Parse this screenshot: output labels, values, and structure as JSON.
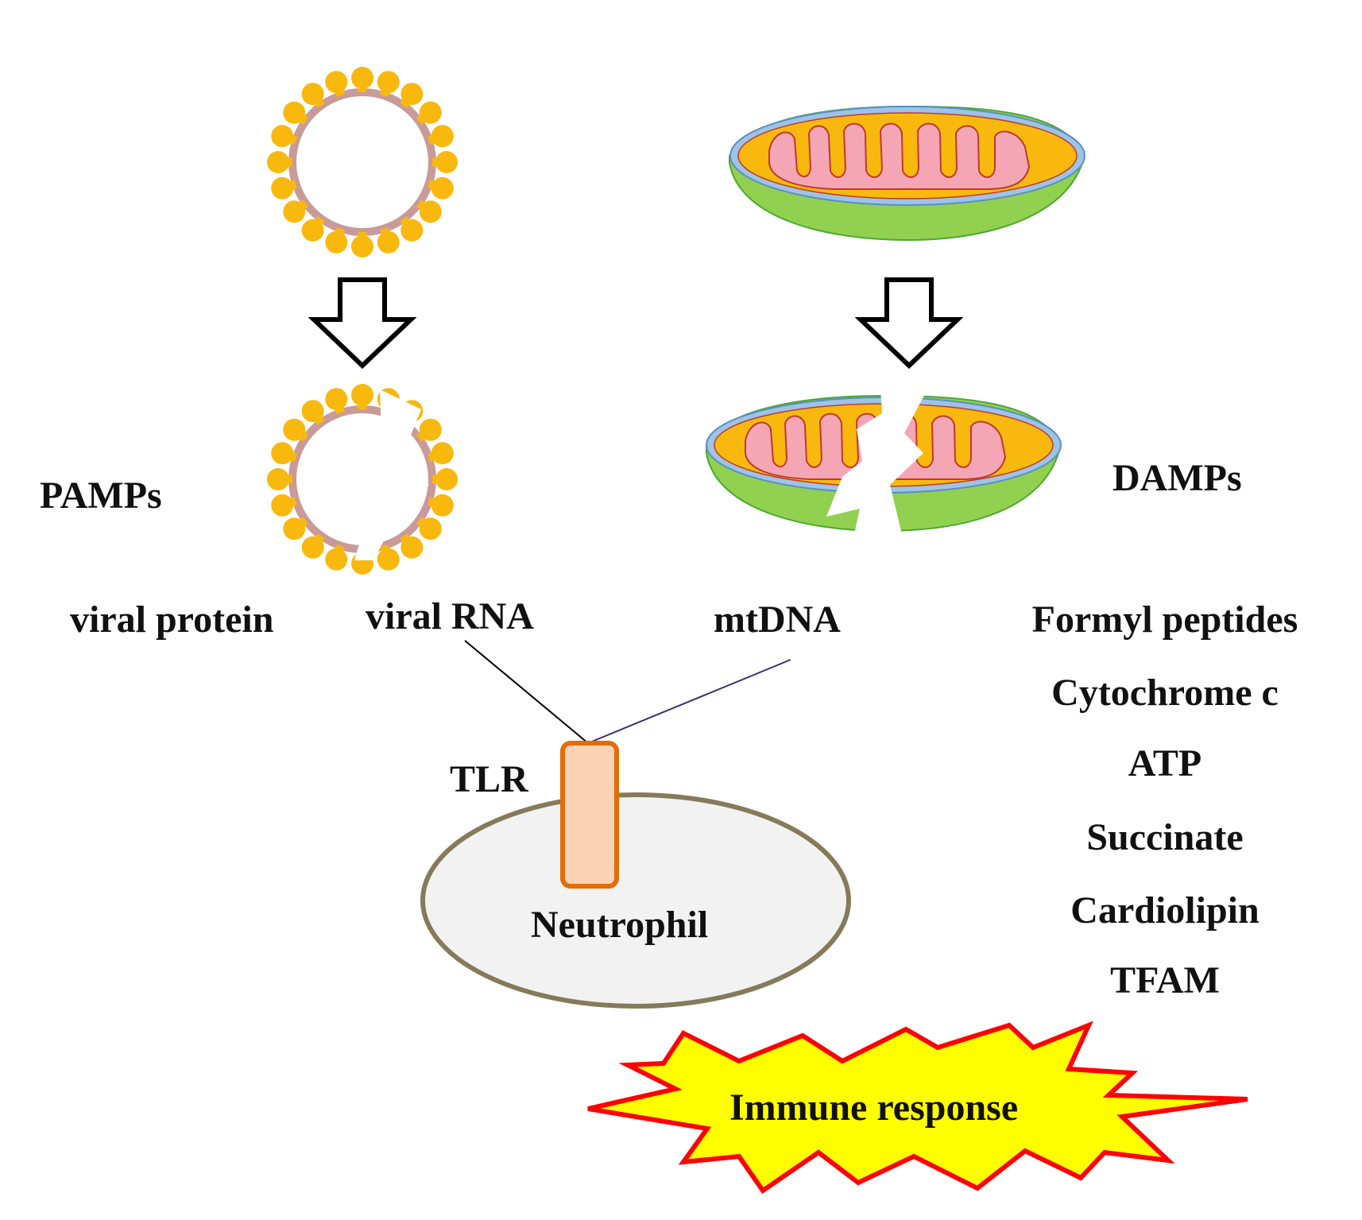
{
  "labels": {
    "pamps": "PAMPs",
    "damps": "DAMPs",
    "viral_protein": "viral protein",
    "viral_rna": "viral RNA",
    "mtdna": "mtDNA",
    "tlr": "TLR",
    "neutrophil": "Neutrophil",
    "immune_response": "Immune response"
  },
  "damp_list": [
    "Formyl peptides",
    "Cytochrome c",
    "ATP",
    "Succinate",
    "Cardiolipin",
    "TFAM"
  ],
  "colors": {
    "virus_spike": "#f9b80e",
    "virus_membrane": "#c89a9a",
    "mito_outer": "#92d050",
    "mito_rim": "#9dc3e6",
    "mito_intermembrane": "#f9b80e",
    "mito_cristae": "#f4a6b4",
    "mito_cristae_line": "#c0392b",
    "tlr_fill": "#fbd3b4",
    "tlr_stroke": "#e36c0a",
    "cell_fill": "#f2f2f2",
    "cell_stroke": "#857a5a",
    "burst_fill": "#ffff00",
    "burst_stroke": "#ff0000"
  }
}
